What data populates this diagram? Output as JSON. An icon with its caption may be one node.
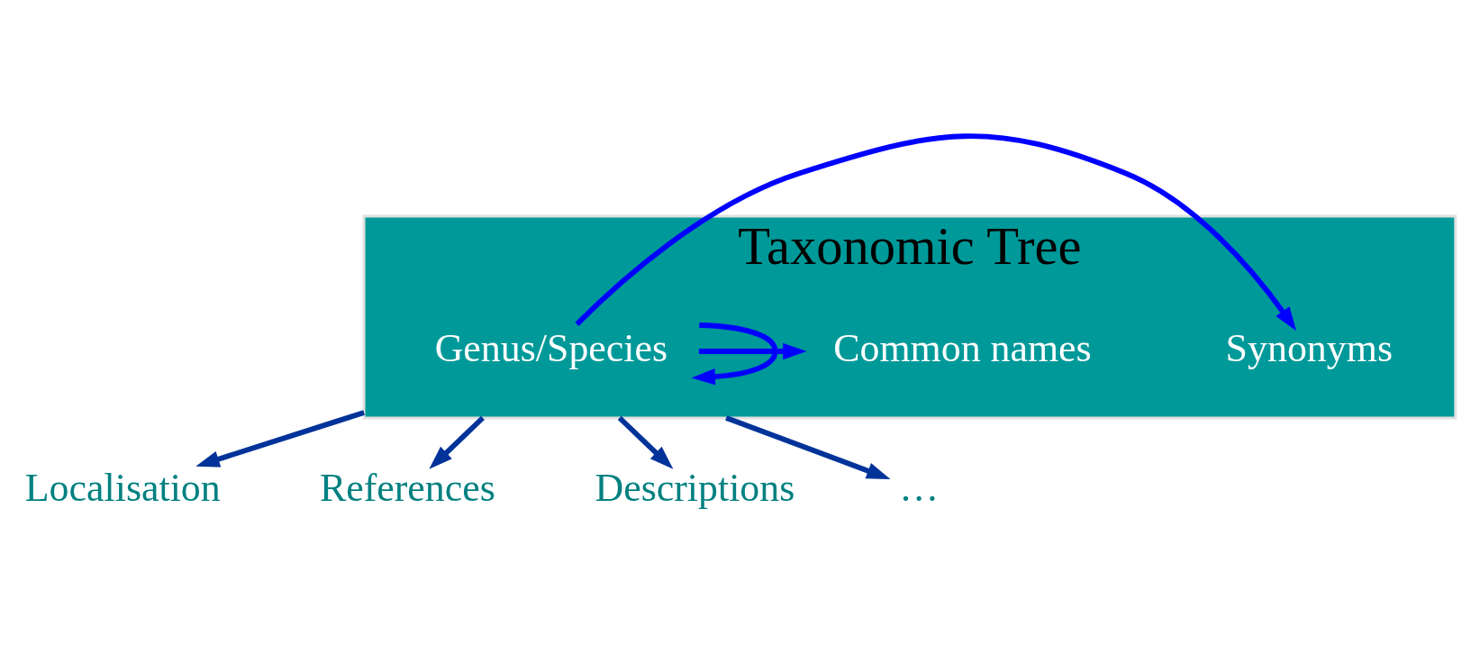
{
  "diagram": {
    "nodes": [
      {
        "text": [
          "Taxonomic Tree"
        ]
      },
      {
        "text": [
          "Synonyms"
        ],
        "in": 0
      },
      {
        "text": [
          "Genus/Species"
        ],
        "in": 0
      },
      {
        "text": [
          "Common names"
        ],
        "in": 0
      },
      {
        "text": [
          "Localisation"
        ]
      },
      {
        "text": [
          "References"
        ]
      },
      {
        "text": [
          "Descriptions"
        ]
      },
      {
        "text": [
          "…"
        ]
      }
    ],
    "edges": [
      {
        "from": 2,
        "to": 2,
        "arrow": "to",
        "color": "#0000ff"
      },
      {
        "from": 2,
        "to": 1,
        "arrow": "to",
        "color": "#0000ff"
      },
      {
        "from": 2,
        "to": 3,
        "arrow": "to",
        "color": "#0000ff"
      },
      {
        "from": 0,
        "to": 4,
        "arrow": "to"
      },
      {
        "from": 0,
        "to": 5,
        "arrow": "to"
      },
      {
        "from": 0,
        "to": 6,
        "arrow": "to"
      },
      {
        "from": 0,
        "to": 7,
        "arrow": "to"
      }
    ]
  }
}
